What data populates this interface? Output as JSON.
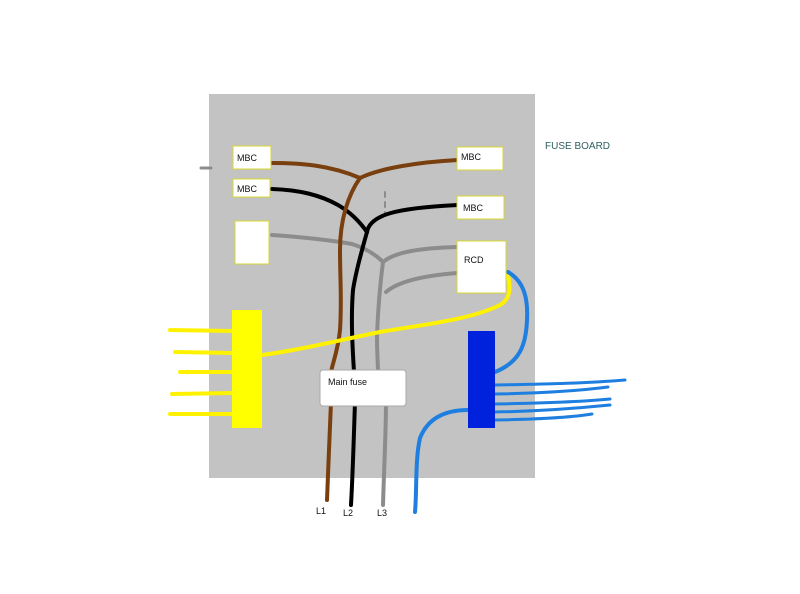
{
  "title": "FUSE BOARD",
  "breakers": {
    "mbc_left_top": "MBC",
    "mbc_left_mid": "MBC",
    "mbc_right_top": "MBC",
    "mbc_right_mid": "MBC",
    "blank_left": "",
    "rcd": "RCD"
  },
  "main_fuse": "Main fuse",
  "phases": {
    "l1": "L1",
    "l2": "L2",
    "l3": "L3"
  },
  "colors": {
    "board": "#c3c3c3",
    "brown": "#7a3f0f",
    "black": "#000000",
    "grey": "#8c8c8c",
    "yellow": "#fff200",
    "blue": "#1f7fe0",
    "neutral_bar": "#0022dd",
    "earth_bar": "#ffff00",
    "breaker_border": "#d8d830"
  }
}
